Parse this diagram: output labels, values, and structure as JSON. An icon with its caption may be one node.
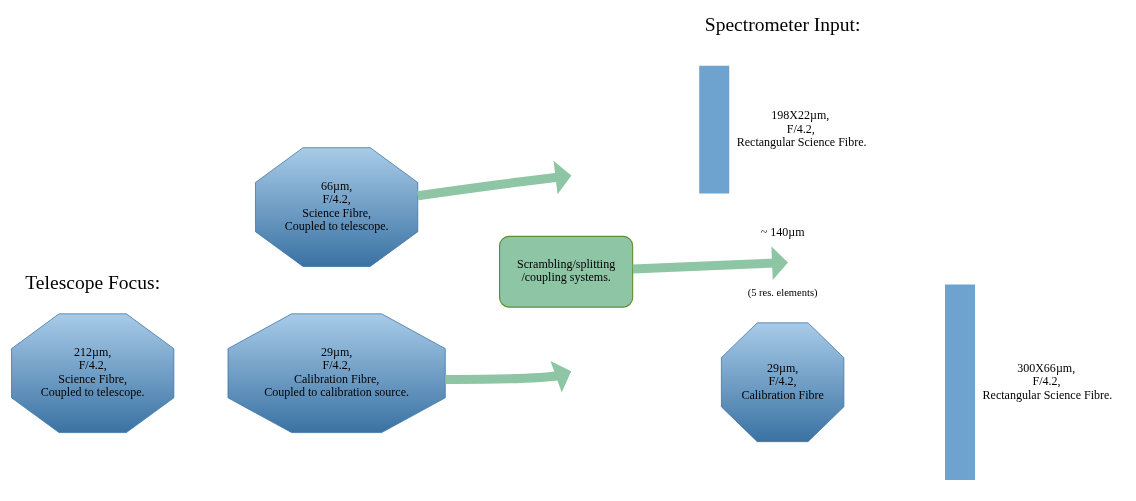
{
  "diagram": {
    "nodes": [
      {
        "text": [
          "212µm, F/4.2, Science Fibre, Coupled to telescope."
        ]
      },
      {
        "text": [
          "66µm, F/4.2, Science Fibre, Coupled to telescope."
        ]
      },
      {
        "text": [
          "29µm, F/4.2, Calibration Fibre, Coupled to calibration source."
        ]
      },
      {
        "text": [
          "Scrambling/splitting /coupling systems."
        ]
      },
      {
        "text": [],
        "shape": "bar",
        "beside": [
          "198X22µm, F/4.2, Rectangular Science Fibre."
        ]
      },
      {
        "text": [],
        "shape": "bar",
        "beside": [
          "300X66µm, F/4.2, Rectangular Science Fibre."
        ]
      },
      {
        "text": [
          "29µm, F/4.2, Calibration Fibre"
        ]
      }
    ],
    "edges": [
      {
        "from": 1,
        "to": null,
        "arrow": "to"
      },
      {
        "from": 3,
        "to": null,
        "arrow": "to"
      },
      {
        "from": 2,
        "to": null,
        "arrow": "to"
      }
    ],
    "labels": [
      "Telescope Focus:",
      "Spectrometer Input:",
      "~ 140µm",
      "(5 res. elements)"
    ]
  }
}
